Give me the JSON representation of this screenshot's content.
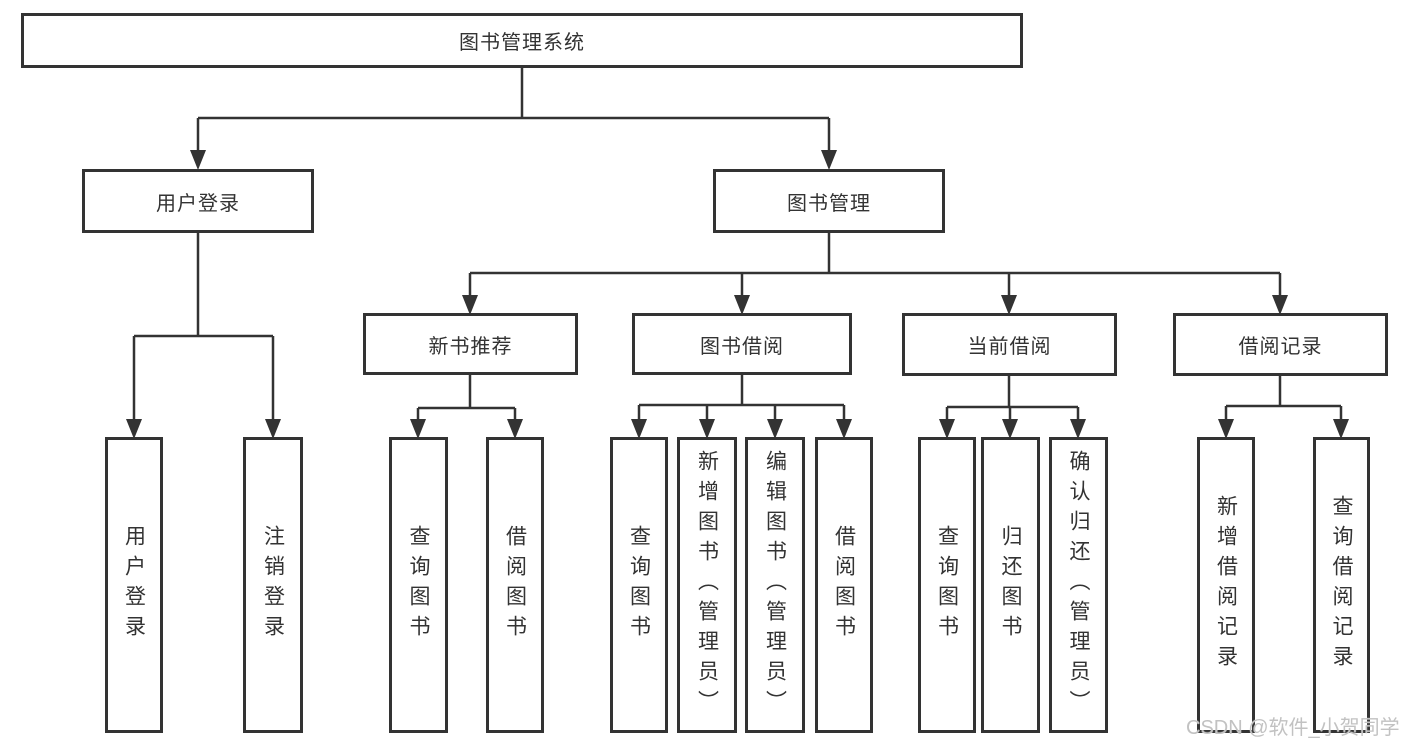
{
  "diagram": {
    "root": {
      "label": "图书管理系统"
    },
    "user_login": {
      "label": "用户登录",
      "children": [
        {
          "label": "用户登录"
        },
        {
          "label": "注销登录"
        }
      ]
    },
    "book_mgmt": {
      "label": "图书管理",
      "children": [
        {
          "label": "新书推荐",
          "children": [
            {
              "label": "查询图书"
            },
            {
              "label": "借阅图书"
            }
          ]
        },
        {
          "label": "图书借阅",
          "children": [
            {
              "label": "查询图书"
            },
            {
              "label": "新增图书（管理员）"
            },
            {
              "label": "编辑图书（管理员）"
            },
            {
              "label": "借阅图书"
            }
          ]
        },
        {
          "label": "当前借阅",
          "children": [
            {
              "label": "查询图书"
            },
            {
              "label": "归还图书"
            },
            {
              "label": "确认归还（管理员）"
            }
          ]
        },
        {
          "label": "借阅记录",
          "children": [
            {
              "label": "新增借阅记录"
            },
            {
              "label": "查询借阅记录"
            }
          ]
        }
      ]
    }
  },
  "watermark": {
    "text": "CSDN @软件_小贺同学"
  },
  "colors": {
    "line": "#333333",
    "box_border": "#333333",
    "text": "#333333",
    "background": "#ffffff",
    "watermark": "#c2c2c2"
  }
}
